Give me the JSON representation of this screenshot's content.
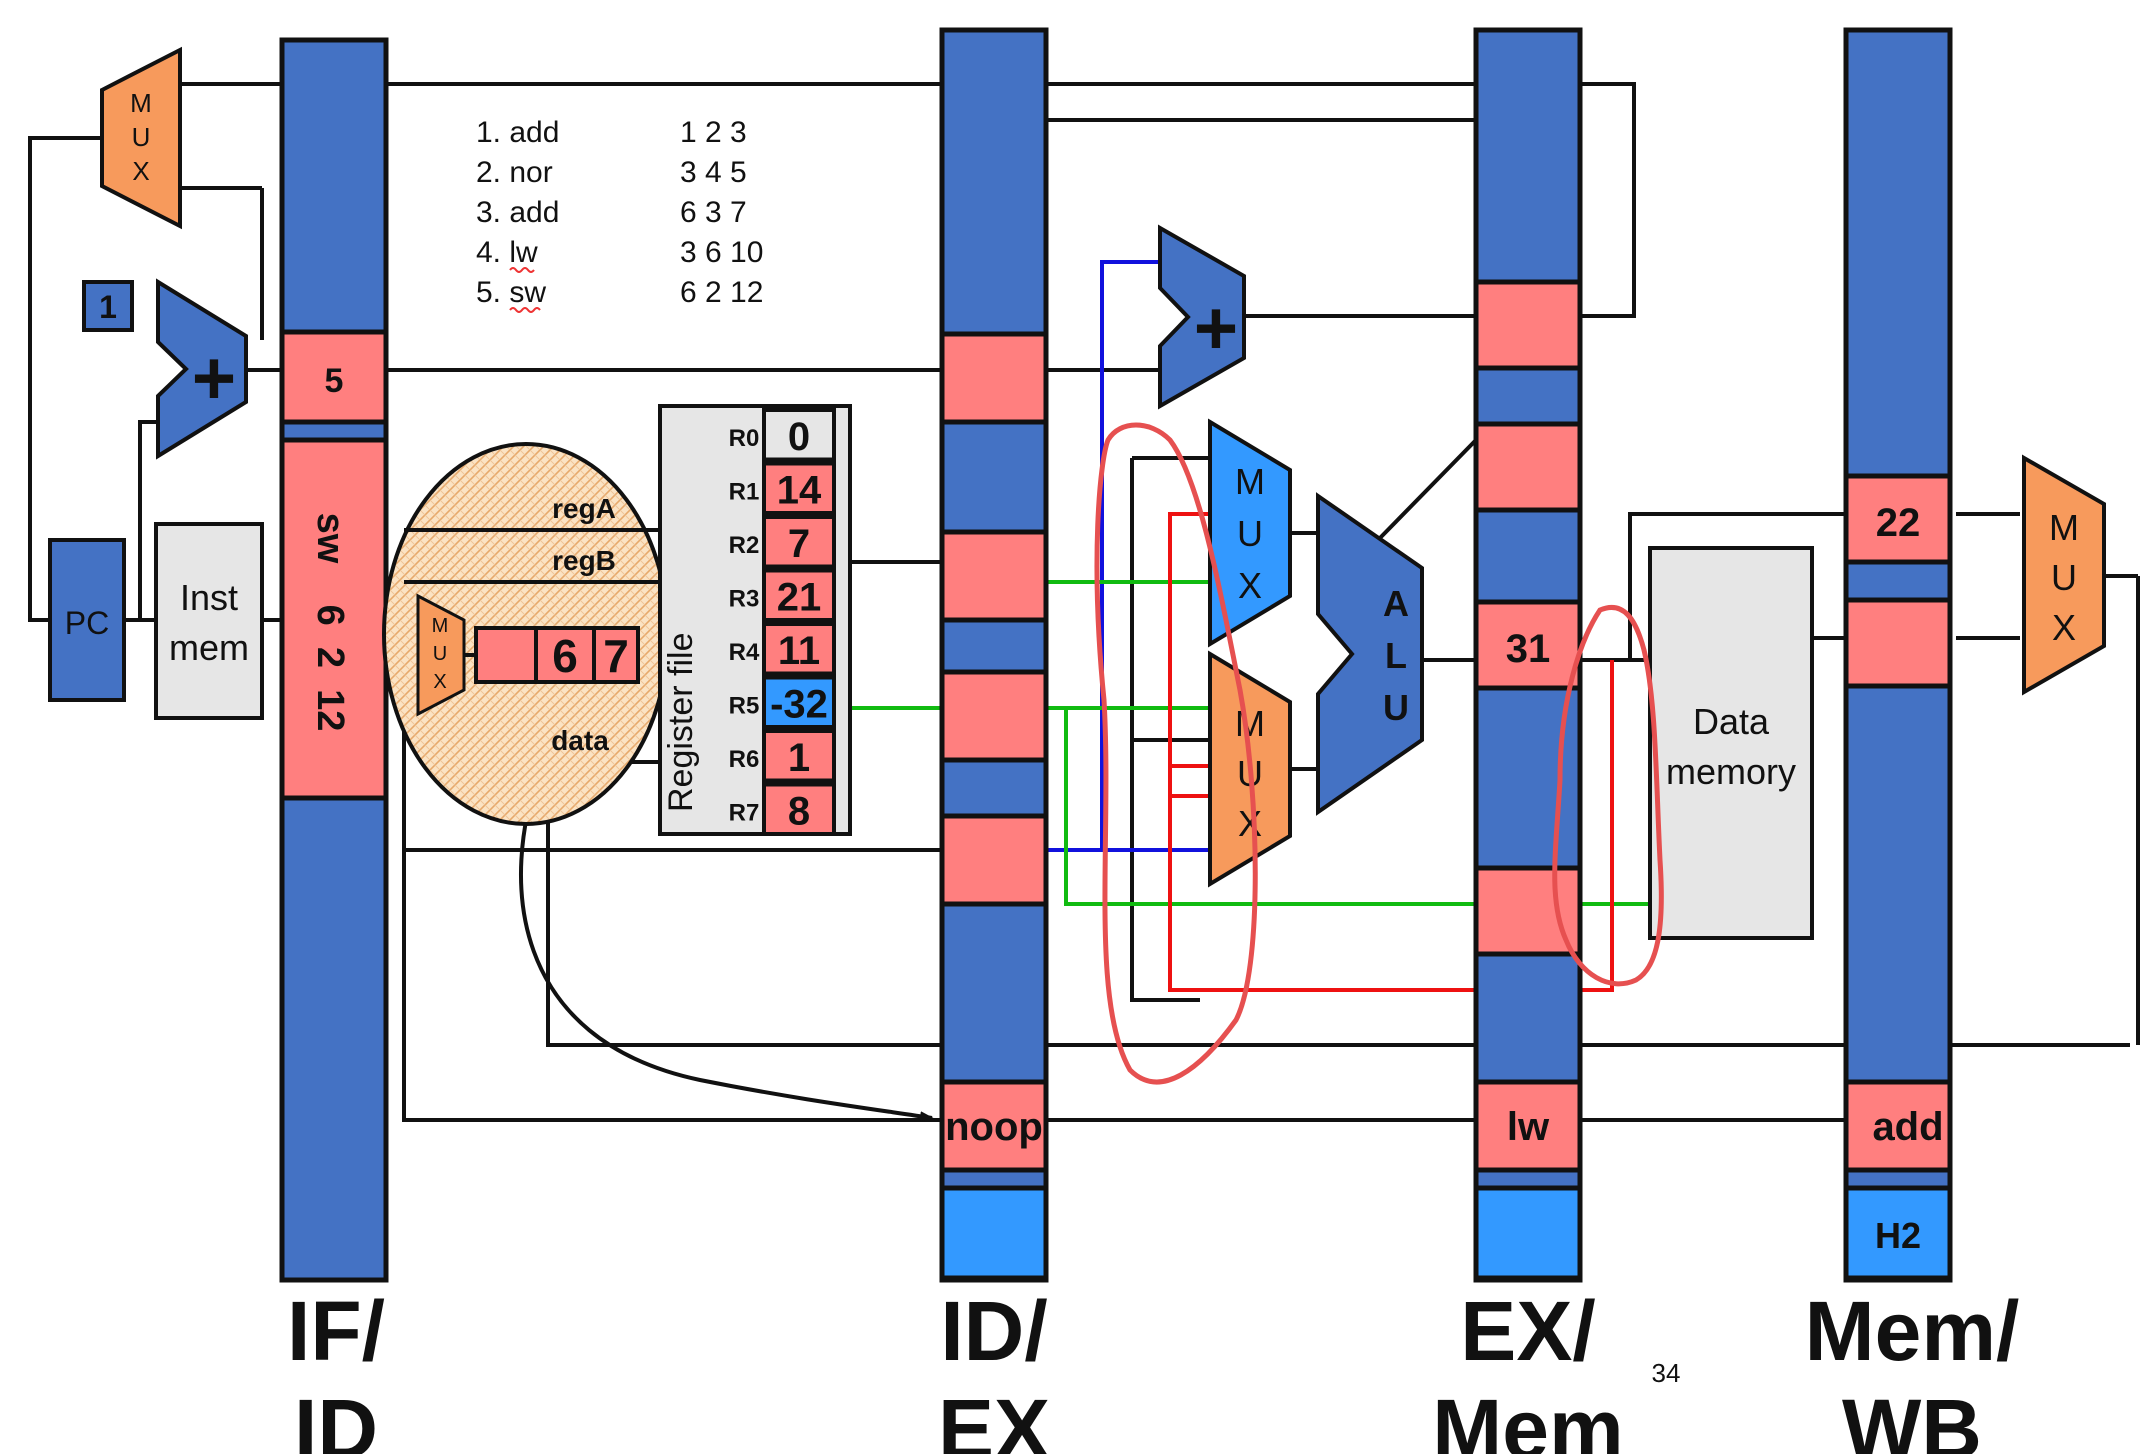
{
  "program": {
    "ops": [
      "1. add",
      "2. nor",
      "3. add",
      "4. lw",
      "5. sw"
    ],
    "args": [
      "1 2 3",
      "3 4 5",
      "6 3 7",
      "3 6 10",
      "6 2 12"
    ]
  },
  "fetch": {
    "mux_letters": [
      "M",
      "U",
      "X"
    ],
    "const_one": "1",
    "adder_symbol": "+",
    "pc_label": "PC",
    "inst_mem_lines": [
      "Inst",
      "mem"
    ]
  },
  "if_id": {
    "pc_plus_one": "5",
    "instr_op": "sw",
    "instr_args": "6  2  12"
  },
  "decode": {
    "mux_letters": [
      "M",
      "U",
      "X"
    ],
    "regA_label": "regA",
    "regB_label": "regB",
    "data_label": "data",
    "sel_fields": [
      "6",
      "7"
    ],
    "regfile_label": "Register file",
    "registers": [
      {
        "name": "R0",
        "value": "0"
      },
      {
        "name": "R1",
        "value": "14"
      },
      {
        "name": "R2",
        "value": "7"
      },
      {
        "name": "R3",
        "value": "21"
      },
      {
        "name": "R4",
        "value": "11"
      },
      {
        "name": "R5",
        "value": "-32"
      },
      {
        "name": "R6",
        "value": "1"
      },
      {
        "name": "R7",
        "value": "8"
      }
    ]
  },
  "id_ex": {
    "opcode": "noop"
  },
  "execute": {
    "adder_symbol": "+",
    "mux_top_letters": [
      "M",
      "U",
      "X"
    ],
    "mux_bottom_letters": [
      "M",
      "U",
      "X"
    ],
    "alu_letters": [
      "A",
      "L",
      "U"
    ]
  },
  "ex_mem": {
    "alu_result": "31",
    "opcode": "lw"
  },
  "memory": {
    "data_memory_lines": [
      "Data",
      "memory"
    ]
  },
  "mem_wb": {
    "value": "22",
    "opcode": "add",
    "hazard_tag": "H2"
  },
  "writeback": {
    "mux_letters": [
      "M",
      "U",
      "X"
    ]
  },
  "stage_labels": [
    {
      "top": "IF/",
      "bottom": "ID"
    },
    {
      "top": "ID/",
      "bottom": "EX"
    },
    {
      "top": "EX/",
      "bottom": "Mem"
    },
    {
      "top": "Mem/",
      "bottom": "WB"
    }
  ],
  "page_number": "34",
  "colors": {
    "pipeline_blue": "#4472C4",
    "light_blue": "#3399FF",
    "salmon": "#FF7F7F",
    "mux_orange": "#F79A5C",
    "gray": "#E6E6E6",
    "wire_green": "#11BB11",
    "wire_red": "#EE1111",
    "wire_blue": "#1111DD",
    "annotation_red": "#E65050"
  }
}
